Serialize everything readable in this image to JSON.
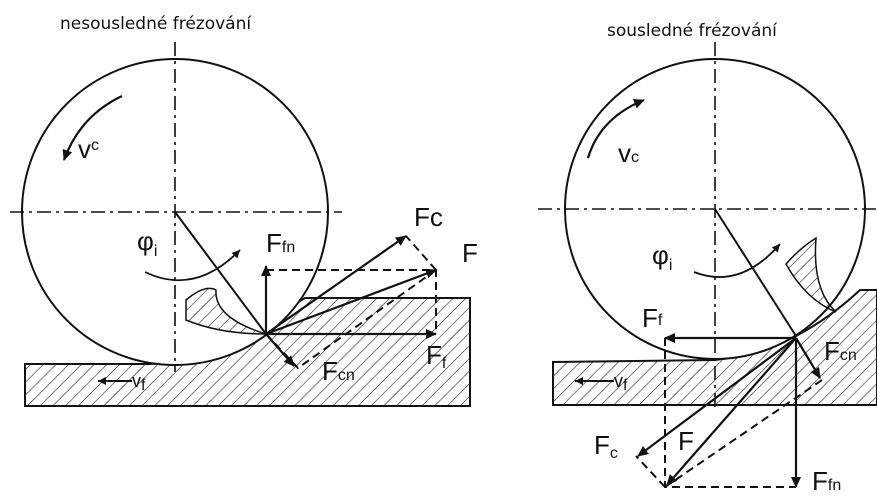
{
  "left": {
    "title": "nesousledné frézování",
    "vc": "v",
    "vc_sub": "c",
    "phi": "φ",
    "phi_sub": "i",
    "vf": "v",
    "vf_sub": "f",
    "Fc": "F",
    "Fc_sub": "c",
    "F": "F",
    "Ffn": "F",
    "Ffn_sub": "fn",
    "Ff": "F",
    "Ff_sub": "f",
    "Fcn": "F",
    "Fcn_sub": "cn"
  },
  "right": {
    "title": "sousledné frézování",
    "vc": "v",
    "vc_sub": "c",
    "phi": "φ",
    "phi_sub": "i",
    "vf": "v",
    "vf_sub": "f",
    "Ff": "F",
    "Ff_sub": "f",
    "Fcn": "F",
    "Fcn_sub": "cn",
    "Fc": "F",
    "Fc_sub": "c",
    "F": "F",
    "Ffn": "F",
    "Ffn_sub": "fn"
  },
  "colors": {
    "ink": "#111111",
    "background": "#ffffff"
  }
}
